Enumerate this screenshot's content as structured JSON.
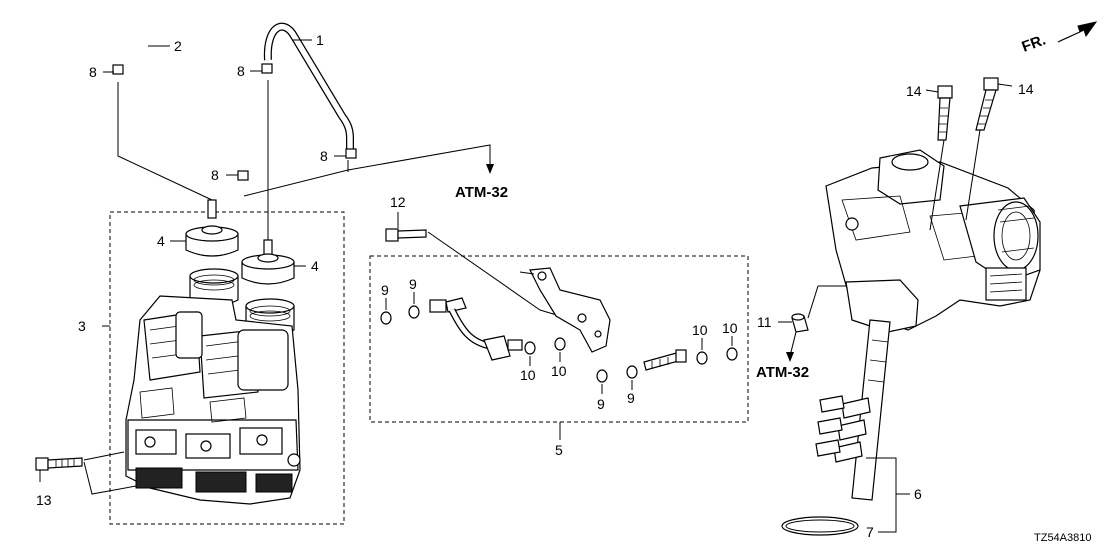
{
  "diagram": {
    "direction_label": "FR.",
    "reference_label": "ATM-32",
    "figure_code": "TZ54A3810",
    "callouts": {
      "c1": "1",
      "c2": "2",
      "c3": "3",
      "c4": "4",
      "c5": "5",
      "c6": "6",
      "c7": "7",
      "c8": "8",
      "c9": "9",
      "c10": "10",
      "c11": "11",
      "c12": "12",
      "c13": "13",
      "c14": "14"
    }
  }
}
